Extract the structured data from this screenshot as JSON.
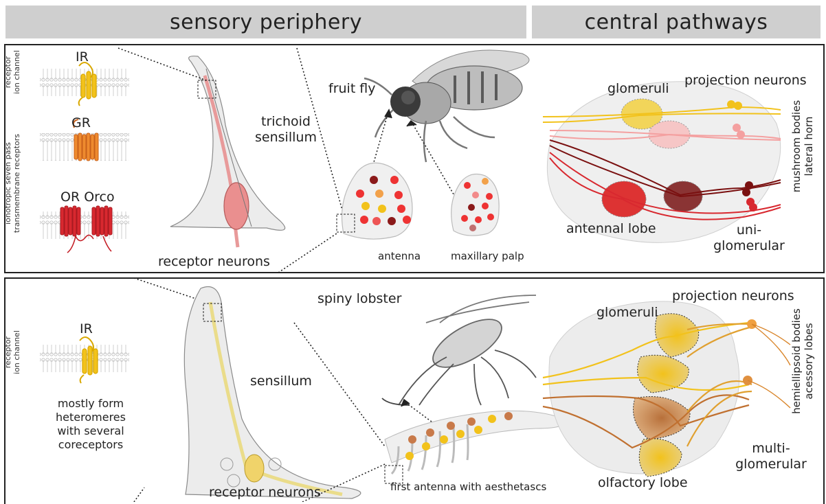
{
  "headers": {
    "left": "sensory periphery",
    "right": "central pathways"
  },
  "top": {
    "receptor_axis_a": "receptor",
    "receptor_axis_b": "ion channel",
    "receptor_axis_c": "ionotropic seven pass",
    "receptor_axis_d": "transmembrane receptors",
    "receptor_ir": "IR",
    "receptor_gr": "GR",
    "receptor_or": "OR Orco",
    "sensillum_line1": "trichoid",
    "sensillum_line2": "sensillum",
    "receptor_neurons": "receptor neurons",
    "organism": "fruit fly",
    "organ_antenna": "antenna",
    "organ_palp": "maxillary palp",
    "projection_neurons": "projection neurons",
    "glomeruli": "glomeruli",
    "antennal_lobe": "antennal lobe",
    "uni_line1": "uni-",
    "uni_line2": "glomerular",
    "target_a": "mushroom bodies",
    "target_b": "lateral horn"
  },
  "bottom": {
    "receptor_axis_a": "receptor",
    "receptor_axis_b": "ion channel",
    "receptor_ir": "IR",
    "heteromer_line1": "mostly form",
    "heteromer_line2": "heteromeres",
    "heteromer_line3": "with several",
    "heteromer_line4": "coreceptors",
    "sensillum": "sensillum",
    "receptor_neurons": "receptor neurons",
    "organism": "spiny lobster",
    "antenna_caption": "first antenna with aesthetascs",
    "projection_neurons": "projection neurons",
    "glomeruli": "glomeruli",
    "olfactory_lobe": "olfactory lobe",
    "multi_line1": "multi-",
    "multi_line2": "glomerular",
    "target_a": "hemiellipsoid bodies",
    "target_b": "acessory lobes"
  },
  "colors": {
    "ir": "#f2c21b",
    "gr": "#ee8a2e",
    "or": "#d8282f",
    "dark_red": "#7a1010",
    "pink": "#f4a0a0",
    "brown": "#c07030",
    "header_bg": "#cfcfcf"
  }
}
